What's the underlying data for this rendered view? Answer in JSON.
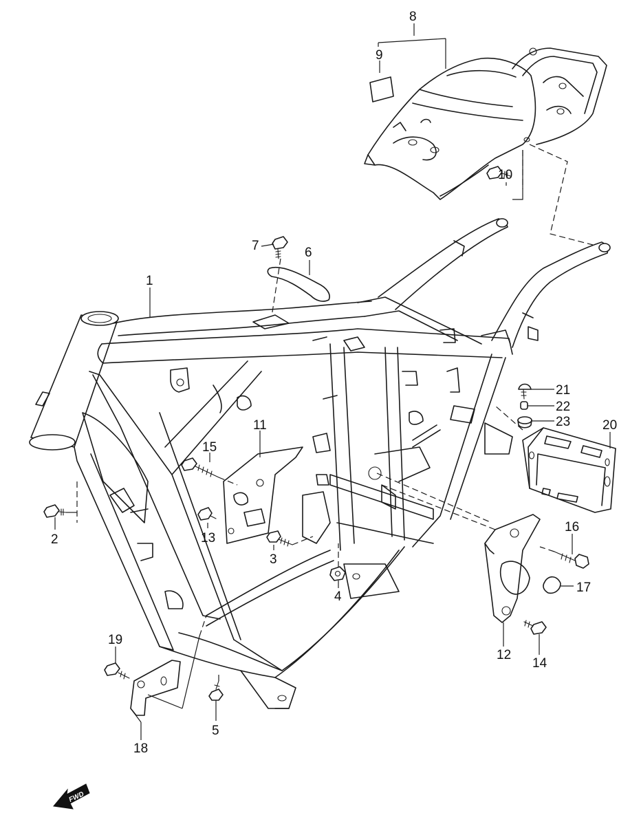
{
  "diagram": {
    "fwd_label": "FWD",
    "fwd_icon": "forward-direction-arrow-icon",
    "callouts": [
      "1",
      "2",
      "3",
      "4",
      "5",
      "6",
      "7",
      "8",
      "9",
      "10",
      "11",
      "12",
      "13",
      "14",
      "15",
      "16",
      "17",
      "18",
      "19",
      "20",
      "21",
      "22",
      "23"
    ]
  }
}
